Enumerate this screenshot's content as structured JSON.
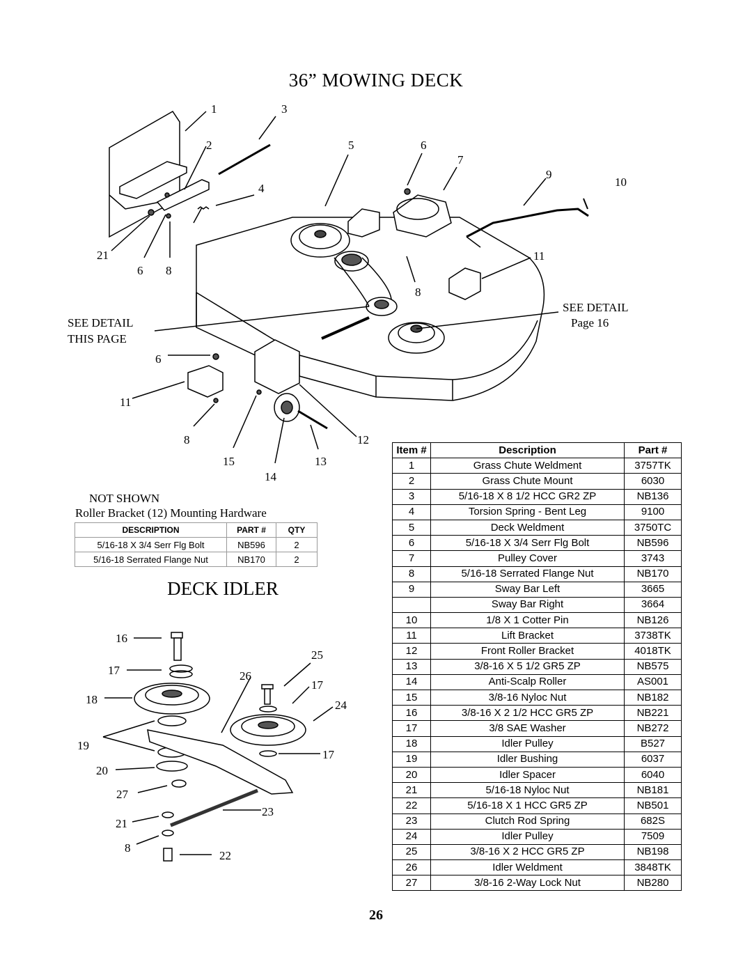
{
  "title": "36” MOWING DECK",
  "idler_title": "DECK IDLER",
  "page_number": "26",
  "deck_callouts": [
    "1",
    "3",
    "2",
    "5",
    "6",
    "7",
    "9",
    "10",
    "4",
    "21",
    "6",
    "8",
    "11",
    "8",
    "6",
    "11",
    "8",
    "12",
    "15",
    "13",
    "14"
  ],
  "detail_left": {
    "line1": "SEE DETAIL",
    "line2": "THIS PAGE"
  },
  "detail_right": {
    "line1": "SEE DETAIL",
    "line2": "Page 16"
  },
  "not_shown": {
    "heading": "NOT SHOWN",
    "subheading": "Roller Bracket (12) Mounting Hardware",
    "columns": [
      "DESCRIPTION",
      "PART #",
      "QTY"
    ],
    "rows": [
      [
        "5/16-18 X 3/4 Serr Flg Bolt",
        "NB596",
        "2"
      ],
      [
        "5/16-18 Serrated Flange Nut",
        "NB170",
        "2"
      ]
    ]
  },
  "idler_callouts": [
    "16",
    "17",
    "26",
    "25",
    "18",
    "17",
    "24",
    "19",
    "17",
    "20",
    "27",
    "23",
    "21",
    "8",
    "22"
  ],
  "parts_table": {
    "columns": [
      "Item #",
      "Description",
      "Part #"
    ],
    "rows": [
      [
        "1",
        "Grass Chute Weldment",
        "3757TK"
      ],
      [
        "2",
        "Grass Chute Mount",
        "6030"
      ],
      [
        "3",
        "5/16-18 X 8 1/2 HCC GR2 ZP",
        "NB136"
      ],
      [
        "4",
        "Torsion Spring - Bent Leg",
        "9100"
      ],
      [
        "5",
        "Deck Weldment",
        "3750TC"
      ],
      [
        "6",
        "5/16-18 X 3/4 Serr Flg Bolt",
        "NB596"
      ],
      [
        "7",
        "Pulley Cover",
        "3743"
      ],
      [
        "8",
        "5/16-18 Serrated Flange Nut",
        "NB170"
      ],
      [
        "9",
        "Sway Bar Left",
        "3665"
      ],
      [
        "",
        "Sway Bar Right",
        "3664"
      ],
      [
        "10",
        "1/8 X 1 Cotter Pin",
        "NB126"
      ],
      [
        "11",
        "Lift Bracket",
        "3738TK"
      ],
      [
        "12",
        "Front Roller Bracket",
        "4018TK"
      ],
      [
        "13",
        "3/8-16 X 5 1/2 GR5 ZP",
        "NB575"
      ],
      [
        "14",
        "Anti-Scalp Roller",
        "AS001"
      ],
      [
        "15",
        "3/8-16 Nyloc Nut",
        "NB182"
      ],
      [
        "16",
        "3/8-16 X 2 1/2 HCC GR5 ZP",
        "NB221"
      ],
      [
        "17",
        "3/8 SAE Washer",
        "NB272"
      ],
      [
        "18",
        "Idler Pulley",
        "B527"
      ],
      [
        "19",
        "Idler Bushing",
        "6037"
      ],
      [
        "20",
        "Idler Spacer",
        "6040"
      ],
      [
        "21",
        "5/16-18 Nyloc Nut",
        "NB181"
      ],
      [
        "22",
        "5/16-18 X 1 HCC GR5 ZP",
        "NB501"
      ],
      [
        "23",
        "Clutch Rod Spring",
        "682S"
      ],
      [
        "24",
        "Idler Pulley",
        "7509"
      ],
      [
        "25",
        "3/8-16 X 2 HCC GR5 ZP",
        "NB198"
      ],
      [
        "26",
        "Idler Weldment",
        "3848TK"
      ],
      [
        "27",
        "3/8-16 2-Way Lock Nut",
        "NB280"
      ]
    ]
  }
}
